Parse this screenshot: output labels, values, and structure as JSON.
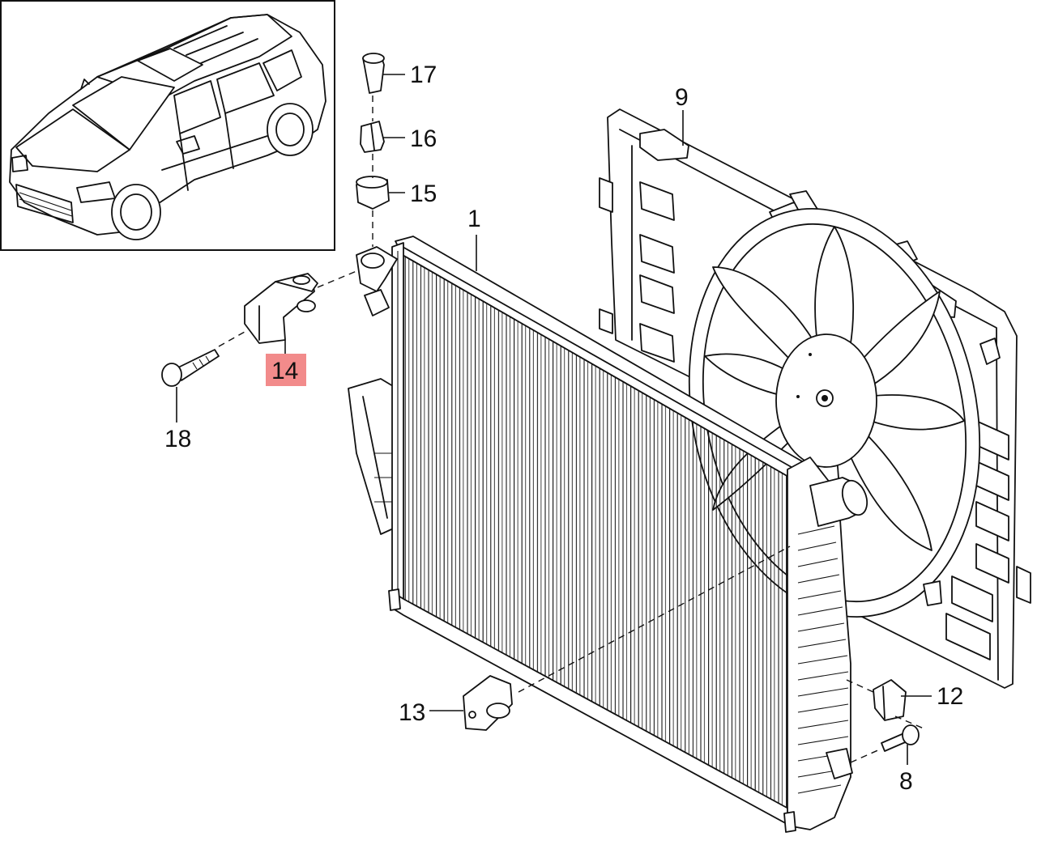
{
  "diagram": {
    "highlight_color": "#f28b8b",
    "line_color": "#111111",
    "background_color": "#ffffff",
    "callouts": [
      {
        "id": "1",
        "label": "1"
      },
      {
        "id": "8",
        "label": "8"
      },
      {
        "id": "9",
        "label": "9"
      },
      {
        "id": "12",
        "label": "12"
      },
      {
        "id": "13",
        "label": "13"
      },
      {
        "id": "14",
        "label": "14",
        "highlighted": true
      },
      {
        "id": "15",
        "label": "15"
      },
      {
        "id": "16",
        "label": "16"
      },
      {
        "id": "17",
        "label": "17"
      },
      {
        "id": "18",
        "label": "18"
      }
    ]
  }
}
